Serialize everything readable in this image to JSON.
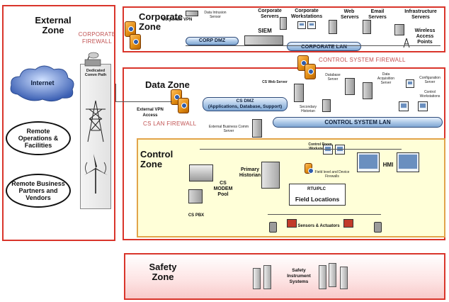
{
  "zones": {
    "external": "External Zone",
    "corporate": "Corporate Zone",
    "data": "Data Zone",
    "control": "Control Zone",
    "safety": "Safety Zone"
  },
  "firewalls": {
    "corporate": "CORPORATE FIREWALL",
    "control_system": "CONTROL SYSTEM FIREWALL",
    "cs_lan": "CS LAN FIREWALL"
  },
  "external": {
    "internet": "Internet",
    "remote_ops": "Remote Operations & Facilities",
    "remote_partners": "Remote Business Partners and Vendors",
    "comm_path": "Dedicated Comm Path"
  },
  "corporate": {
    "corp_vpn": "Corporate VPN",
    "corp_dmz": "CORP DMZ",
    "siem": "SIEM",
    "corporate_servers": "Corporate Servers",
    "corporate_workstations": "Corporate Workstations",
    "web_servers": "Web Servers",
    "email_servers": "Email Servers",
    "infrastructure_servers": "Infrastructure Servers",
    "wireless_access_points": "Wireless Access Points",
    "corporate_lan": "CORPORATE LAN",
    "intrusion_label": "Data Intrusion Sensor"
  },
  "data_zone": {
    "cs_web_server": "CS Web Server",
    "database_server": "Database Server",
    "data_acquisition_server": "Data Acquisition Server",
    "configuration_server": "Configuration Server",
    "control_workstations": "Control Workstations",
    "secondary_historian": "Secondary Historian",
    "external_vpn": "External VPN Access",
    "cs_dmz_line1": "CS DMZ",
    "cs_dmz_line2": "(Applications, Database, Support)",
    "external_business_comms": "External Business Comm Server",
    "control_system_lan": "CONTROL SYSTEM LAN"
  },
  "control_zone": {
    "control_room_workstations": "Control Room Workstations",
    "primary_historian": "Primary Historian",
    "field_level_firewalls": "Field level and Device Firewalls",
    "hmi": "HMI",
    "cs_modem_pool": "CS MODEM Pool",
    "cs_pbx": "CS PBX",
    "rtu_plc": "RTU/PLC",
    "field_locations": "Field Locations",
    "sensors_actuators": "Sensors & Actuators"
  },
  "safety_zone": {
    "safety_systems": "Safety Instrument Systems"
  }
}
